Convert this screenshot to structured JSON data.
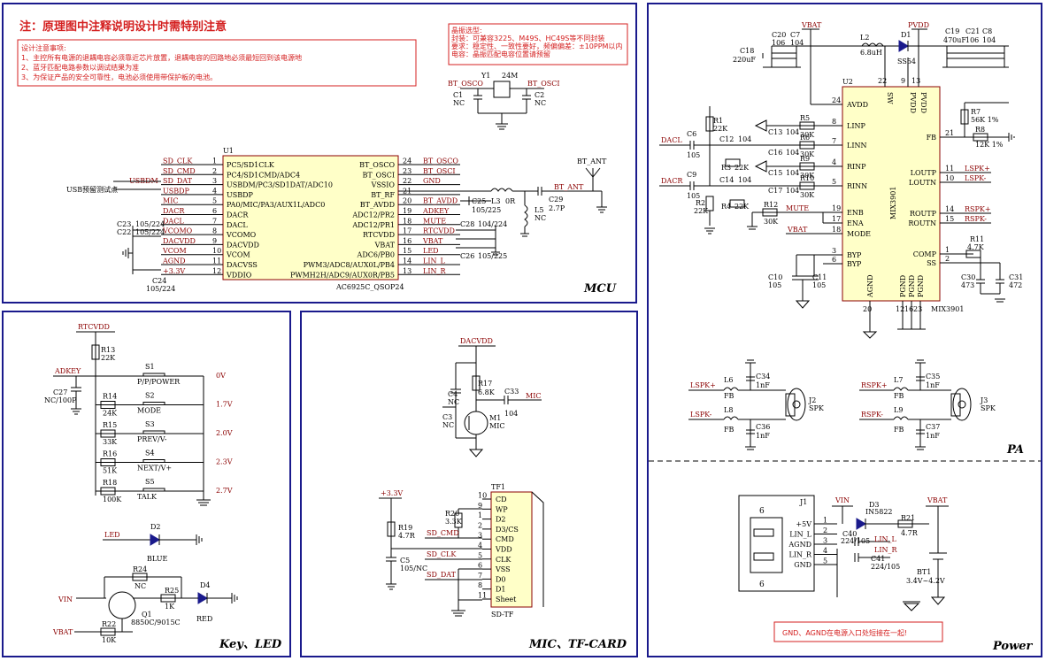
{
  "header": {
    "warning": "注：原理图中注释说明设计时需特别注意"
  },
  "notes": {
    "title": "设计注意事项:",
    "lines": [
      "1、主控所有电源的退耦电容必须靠近芯片放置，退耦电容的回路地必须最短回到该电源地",
      "2、蓝牙匹配电路参数以调试结果为准",
      "3、为保证产品的安全可靠性，电池必须使用带保护板的电池。"
    ]
  },
  "crystal_note": {
    "lines": [
      "晶振选型:",
      "封装：可兼容3225、M49S、HC49S等不同封装",
      "要求：稳定性、一致性要好，频偏偏差：±10PPM以内",
      "电容：晶振匹配电容位置请预留"
    ]
  },
  "sections": {
    "mcu": "MCU",
    "pa": "PA",
    "key_led": "Key、LED",
    "mic_tf": "MIC、TF-CARD",
    "power": "Power"
  },
  "mcu": {
    "ref": "U1",
    "part": "AC6925C_QSOP24",
    "left_pins": [
      {
        "num": "1",
        "name": "PC5/SD1CLK",
        "net": "SD_CLK"
      },
      {
        "num": "2",
        "name": "PC4/SD1CMD/ADC4",
        "net": "SD_CMD"
      },
      {
        "num": "3",
        "name": "USBDM/PC3/SD1DAT/ADC10",
        "net": "SD_DAT"
      },
      {
        "num": "4",
        "name": "USBDP",
        "net": "USBDP"
      },
      {
        "num": "5",
        "name": "PA0/MIC/PA3/AUX1L/ADC0",
        "net": "MIC"
      },
      {
        "num": "6",
        "name": "DACR",
        "net": "DACR"
      },
      {
        "num": "7",
        "name": "DACL",
        "net": "DACL"
      },
      {
        "num": "8",
        "name": "VCOMO",
        "net": "VCOMO"
      },
      {
        "num": "9",
        "name": "DACVDD",
        "net": "DACVDD"
      },
      {
        "num": "10",
        "name": "VCOM",
        "net": "VCOM"
      },
      {
        "num": "11",
        "name": "DACVSS",
        "net": "AGND"
      },
      {
        "num": "12",
        "name": "VDDIO",
        "net": "+3.3V"
      }
    ],
    "right_pins": [
      {
        "num": "24",
        "name": "BT_OSCO",
        "net": "BT_OSCO"
      },
      {
        "num": "23",
        "name": "BT_OSCI",
        "net": "BT_OSCI"
      },
      {
        "num": "22",
        "name": "VSSIO",
        "net": "GND"
      },
      {
        "num": "21",
        "name": "BT_RF",
        "net": ""
      },
      {
        "num": "20",
        "name": "BT_AVDD",
        "net": "BT_AVDD"
      },
      {
        "num": "19",
        "name": "ADC12/PR2",
        "net": "ADKEY"
      },
      {
        "num": "18",
        "name": "ADC12/PR1",
        "net": "MUTE"
      },
      {
        "num": "17",
        "name": "RTCVDD",
        "net": "RTCVDD"
      },
      {
        "num": "16",
        "name": "VBAT",
        "net": "VBAT"
      },
      {
        "num": "15",
        "name": "ADC6/PB0",
        "net": "LED"
      },
      {
        "num": "14",
        "name": "PWM3/ADC8/AUX0L/PB4",
        "net": "LIN_L"
      },
      {
        "num": "13",
        "name": "PWMH2H/ADC9/AUX0R/PB5",
        "net": "LIN_R"
      }
    ],
    "usb_label": "USB预留测试点",
    "usbdm": "USBDM",
    "parts": {
      "c23": "C23",
      "c22": "C22",
      "c23v": "105/224",
      "c22v": "105/224",
      "c24": "C24",
      "c24v": "105/224",
      "c25": "C25",
      "c25v": "105/225",
      "c26": "C26",
      "c26v": "105/225",
      "c28": "C28",
      "c28v": "104/224",
      "l3": "L3",
      "l3v": "0R",
      "l5": "L5",
      "l5v": "NC",
      "c29": "C29",
      "c29v": "2.7P",
      "bt_ant": "BT_ANT"
    }
  },
  "crystal": {
    "y1": "Y1",
    "y1v": "24M",
    "c1": "C1",
    "c1v": "NC",
    "c2": "C2",
    "c2v": "NC",
    "bt_osco": "BT_OSCO",
    "bt_osci": "BT_OSCI"
  },
  "pa": {
    "ref": "U2",
    "part": "MIX3901",
    "part2": "MIX3901",
    "vbat": "VBAT",
    "pvdd": "PVDD",
    "l2": "L2",
    "l2v": "6.8uH",
    "d1": "D1",
    "d1v": "SS54",
    "c18": "C18",
    "c18v": "220uF",
    "c20": "C20",
    "c20v": "106",
    "c7": "C7",
    "c7v": "104",
    "c19": "C19",
    "c19v": "470uF",
    "c21": "C21",
    "c21v": "106",
    "c8": "C8",
    "c8v": "104",
    "left_pins": [
      {
        "num": "24",
        "name": "AVDD"
      },
      {
        "num": "8",
        "name": "LINP"
      },
      {
        "num": "7",
        "name": "LINN"
      },
      {
        "num": "4",
        "name": "RINP"
      },
      {
        "num": "5",
        "name": "RINN"
      },
      {
        "num": "19",
        "name": "ENB"
      },
      {
        "num": "17",
        "name": "ENA"
      },
      {
        "num": "18",
        "name": "MODE"
      },
      {
        "num": "3",
        "name": "BYP"
      },
      {
        "num": "6",
        "name": "BYP"
      }
    ],
    "top_pins": [
      {
        "num": "22",
        "name": "SW"
      },
      {
        "num": "9",
        "name": "PVDD"
      },
      {
        "num": "13",
        "name": "PVDD"
      }
    ],
    "right_pins": [
      {
        "num": "21",
        "name": "FB",
        "net": ""
      },
      {
        "num": "11",
        "name": "LOUTP",
        "net": "LSPK+"
      },
      {
        "num": "10",
        "name": "LOUTN",
        "net": "LSPK-"
      },
      {
        "num": "14",
        "name": "ROUTP",
        "net": "RSPK+"
      },
      {
        "num": "15",
        "name": "ROUTN",
        "net": "RSPK-"
      },
      {
        "num": "1",
        "name": "COMP",
        "net": ""
      },
      {
        "num": "2",
        "name": "SS",
        "net": ""
      }
    ],
    "bottom_pins": [
      {
        "num": "20",
        "name": "AGND"
      },
      {
        "num": "12",
        "name": "PGND"
      },
      {
        "num": "16",
        "name": "PGND"
      },
      {
        "num": "23",
        "name": "PGND"
      }
    ],
    "r7": "R7",
    "r7v": "56K 1%",
    "r8": "R8",
    "r8v": "12K 1%",
    "r11": "R11",
    "r11v": "4.7K",
    "c30": "C30",
    "c30v": "473",
    "c31": "C31",
    "c31v": "472",
    "c10": "C10",
    "c10v": "105",
    "c11": "C11",
    "c11v": "105",
    "dacl": "DACL",
    "dacr": "DACR",
    "mute": "MUTE",
    "vbat2": "VBAT",
    "r1": "R1",
    "r1v": "22K",
    "r2": "R2",
    "r2v": "22K",
    "r3": "R3",
    "r3v": "22K",
    "r4": "R4",
    "r4v": "22K",
    "c6": "C6",
    "c6v": "105",
    "c9": "C9",
    "c9v": "105",
    "c12": "C12",
    "c12v": "104",
    "c14": "C14",
    "c14v": "104",
    "c13": "C13",
    "c16": "C16",
    "c15": "C15",
    "c17": "C17",
    "cv": "104",
    "r5": "R5",
    "r6": "R6",
    "r9": "R9",
    "r10": "R10",
    "rv": "30K",
    "r12": "R12",
    "r12v": "30K",
    "spk_l": {
      "l6": "L6",
      "l8": "L8",
      "fb": "FB",
      "c34": "C34",
      "c36": "C36",
      "cv": "1nF",
      "j": "J2",
      "spk": "SPK",
      "p": "LSPK+",
      "n": "LSPK-"
    },
    "spk_r": {
      "l7": "L7",
      "l9": "L9",
      "fb": "FB",
      "c35": "C35",
      "c37": "C37",
      "cv": "1nF",
      "j": "J3",
      "spk": "SPK",
      "p": "RSPK+",
      "n": "RSPK-"
    }
  },
  "keys": {
    "rtcvdd": "RTCVDD",
    "r13": "R13",
    "r13v": "22K",
    "adkey": "ADKEY",
    "c27": "C27",
    "c27v": "NC/100P",
    "rows": [
      {
        "s": "S1",
        "func": "P/P/POWER",
        "r": "",
        "rv": "",
        "v": "0V"
      },
      {
        "s": "S2",
        "func": "MODE",
        "r": "R14",
        "rv": "24K",
        "v": "1.7V"
      },
      {
        "s": "S3",
        "func": "PREV/V-",
        "r": "R15",
        "rv": "33K",
        "v": "2.0V"
      },
      {
        "s": "S4",
        "func": "NEXT/V+",
        "r": "R16",
        "rv": "51K",
        "v": "2.3V"
      },
      {
        "s": "S5",
        "func": "TALK",
        "r": "R18",
        "rv": "100K",
        "v": "2.7V"
      }
    ],
    "led": "LED",
    "d2": "D2",
    "d2v": "BLUE",
    "vin": "VIN",
    "vbat": "VBAT",
    "r24": "R24",
    "r24v": "NC",
    "r25": "R25",
    "r25v": "1K",
    "d4": "D4",
    "d4v": "RED",
    "q1": "Q1",
    "q1v": "8850C/9015C",
    "r22": "R22",
    "r22v": "10K"
  },
  "mic": {
    "dacvdd": "DACVDD",
    "r17": "R17",
    "r17v": "6.8K",
    "c4": "C4",
    "c4v": "NC",
    "c3": "C3",
    "c3v": "NC",
    "m1": "M1",
    "m1v": "MIC",
    "c33": "C33",
    "c33v": "104",
    "mic": "MIC"
  },
  "tf": {
    "ref": "TF1",
    "part": "SD-TF",
    "v33": "+3.3V",
    "r19": "R19",
    "r19v": "4.7R",
    "r20": "R20",
    "r20v": "3.3K",
    "c5": "C5",
    "c5v": "105/NC",
    "sd_cmd": "SD_CMD",
    "sd_clk": "SD_CLK",
    "sd_dat": "SD_DAT",
    "pins": [
      {
        "num": "10",
        "name": "CD"
      },
      {
        "num": "9",
        "name": "WP"
      },
      {
        "num": "1",
        "name": "D2"
      },
      {
        "num": "2",
        "name": "D3/CS"
      },
      {
        "num": "3",
        "name": "CMD"
      },
      {
        "num": "4",
        "name": "VDD"
      },
      {
        "num": "5",
        "name": "CLK"
      },
      {
        "num": "6",
        "name": "VSS"
      },
      {
        "num": "7",
        "name": "D0"
      },
      {
        "num": "8",
        "name": "D1"
      },
      {
        "num": "11",
        "name": "Sheet"
      }
    ]
  },
  "power": {
    "j1": "J1",
    "vin": "VIN",
    "d3": "D3",
    "d3v": "IN5822",
    "r21": "R21",
    "r21v": "4.7R",
    "vbat": "VBAT",
    "bt1": "BT1",
    "bt1v": "3.4V~4.2V",
    "pins": [
      {
        "num": "1",
        "name": "+5V"
      },
      {
        "num": "2",
        "name": "LIN_L"
      },
      {
        "num": "3",
        "name": "AGND"
      },
      {
        "num": "4",
        "name": "LIN_R"
      },
      {
        "num": "5",
        "name": "GND"
      }
    ],
    "six": "6",
    "c40": "C40",
    "c40v": "224/105",
    "c41": "C41",
    "c41v": "224/105",
    "lin_l": "LIN_L",
    "lin_r": "LIN_R",
    "note": "GND、AGND在电源入口处短接在一起!"
  }
}
